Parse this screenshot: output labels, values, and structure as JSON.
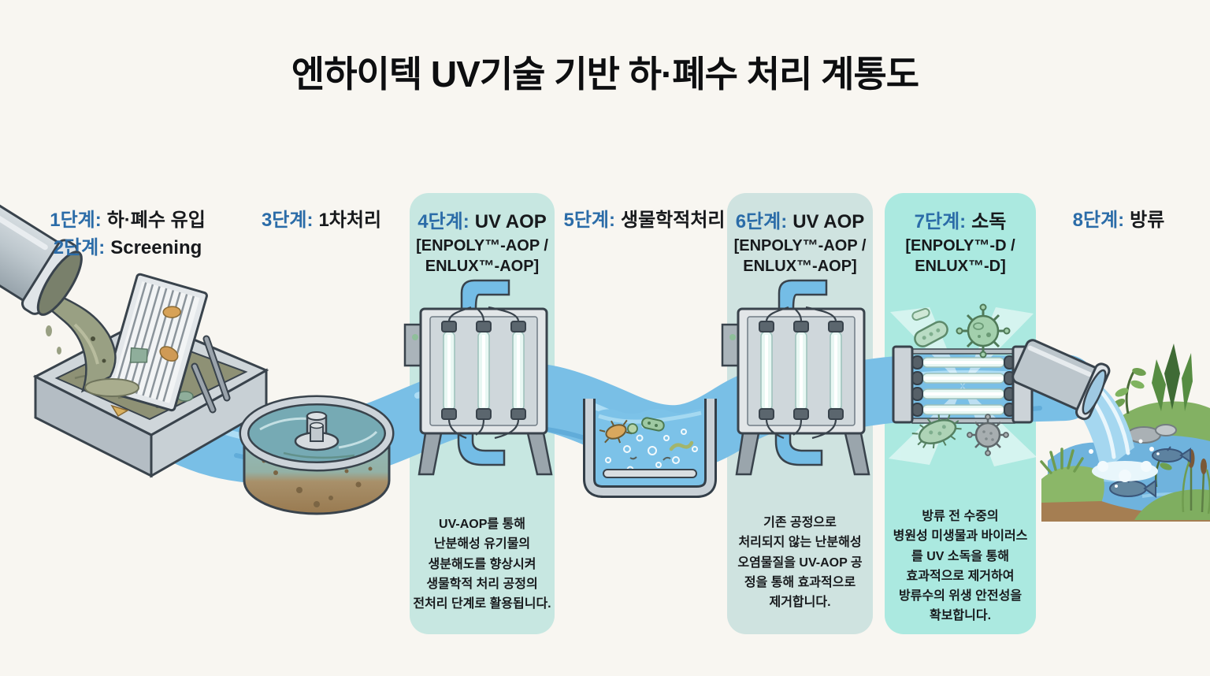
{
  "title": "엔하이텍 UV기술 기반 하·폐수 처리 계통도",
  "colors": {
    "background": "#f8f6f1",
    "stage_number_blue": "#2b6ca8",
    "text_black": "#17191c",
    "panel_teal": "#c7e7e1",
    "panel_teal_gray": "#cfe3e0",
    "panel_cyan": "#abe9e0",
    "water_blue": "#79bfe6",
    "sewage_olive": "#99a083",
    "uv_lamp_cyan": "#e8f7f3"
  },
  "stages": [
    {
      "num": "1단계:",
      "title": "하·폐수 유입"
    },
    {
      "num": "2단계:",
      "title": "Screening"
    },
    {
      "num": "3단계:",
      "title": "1차처리"
    },
    {
      "num": "4단계:",
      "title": "UV AOP",
      "subtitle": "[ENPOLY™-AOP /\nENLUX™-AOP]",
      "description": "UV-AOP를 통해\n난분해성 유기물의\n생분해도를 향상시켜\n생물학적 처리 공정의\n전처리 단계로 활용됩니다."
    },
    {
      "num": "5단계:",
      "title": "생물학적처리"
    },
    {
      "num": "6단계:",
      "title": "UV AOP",
      "subtitle": "[ENPOLY™-AOP /\nENLUX™-AOP]",
      "description": "기존 공정으로\n처리되지 않는 난분해성\n오염물질을 UV-AOP 공\n정을 통해 효과적으로\n제거합니다."
    },
    {
      "num": "7단계:",
      "title": "소독",
      "subtitle": "[ENPOLY™-D /\nENLUX™-D]",
      "description": "방류 전 수중의\n병원성 미생물과 바이러스\n를 UV 소독을 통해\n효과적으로 제거하여\n방류수의 위생 안전성을\n확보합니다."
    },
    {
      "num": "8단계:",
      "title": "방류"
    }
  ],
  "illustrations": [
    "inflow-pipe-icon",
    "sewage-stream-icon",
    "screening-basin-icon",
    "screen-mesh-icon",
    "primary-clarifier-icon",
    "uv-reactor-icon",
    "bio-tank-icon",
    "uv-disinfection-reactor-icon",
    "microbe-icons",
    "discharge-pipe-icon",
    "pond-scene-icon",
    "fish-icon"
  ]
}
